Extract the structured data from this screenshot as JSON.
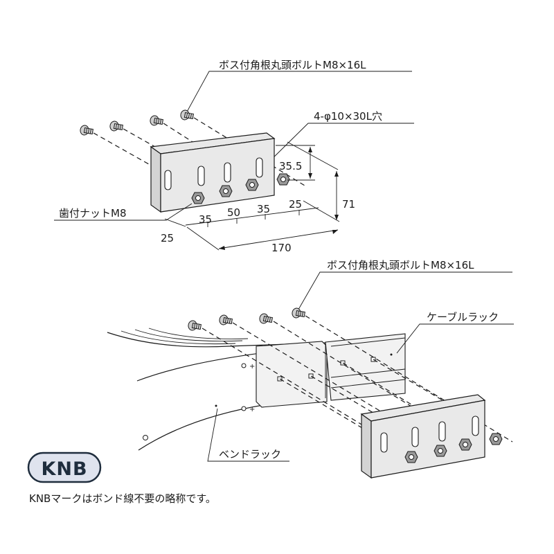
{
  "top_figure": {
    "bolt_label": "ボス付角根丸頭ボルトM8×16L",
    "hole_label": "4-φ10×30L穴",
    "nut_label": "歯付ナットM8",
    "dimensions": {
      "d_35_5": "35.5",
      "d_71": "71",
      "d_35_a": "35",
      "d_50": "50",
      "d_35_b": "35",
      "d_25_right": "25",
      "d_25_left": "25",
      "d_170": "170"
    }
  },
  "bottom_figure": {
    "bolt_label": "ボス付角根丸頭ボルトM8×16L",
    "cable_rack_label": "ケーブルラック",
    "bend_rack_label": "ベンドラック"
  },
  "knb": {
    "badge_text": "KNB",
    "note": "KNBマークはボンド線不要の略称です。"
  }
}
